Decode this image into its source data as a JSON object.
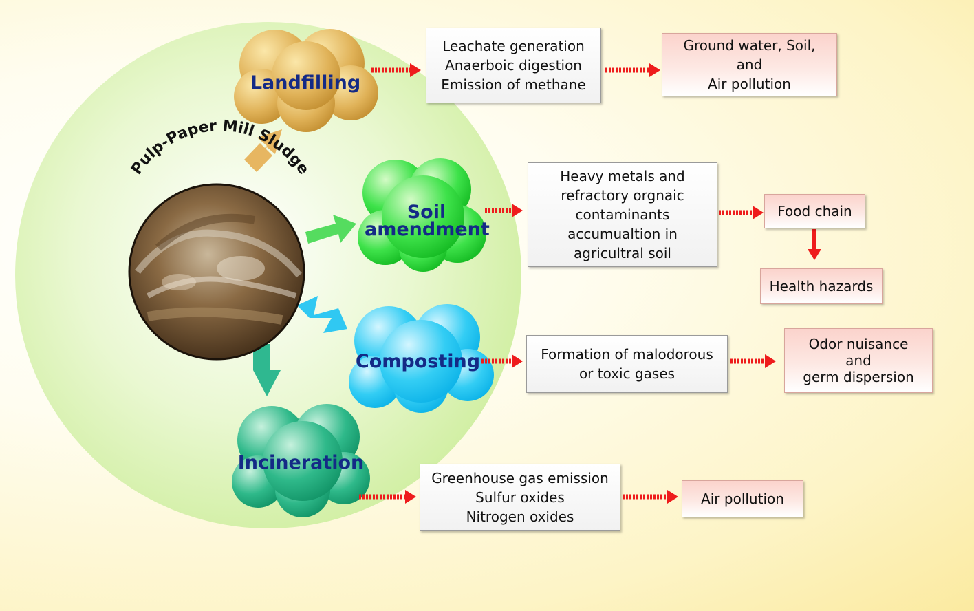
{
  "center": {
    "title": "Pulp-Paper Mill Sludge"
  },
  "processes": {
    "landfilling": {
      "label": "Landfilling",
      "color": "#d8a84a",
      "effects": [
        "Leachate generation",
        "Anaerboic digestion",
        "Emission of methane"
      ],
      "outcome": [
        "Ground water, Soil,",
        "and",
        "Air pollution"
      ]
    },
    "soil_amendment": {
      "label_lines": [
        "Soil",
        "amendment"
      ],
      "color": "#2fd43a",
      "effects": [
        "Heavy metals and",
        "refractory orgnaic",
        "contaminants",
        "accumualtion in",
        "agricultral soil"
      ],
      "outcome": [
        "Food chain"
      ],
      "secondary_outcome": [
        "Health hazards"
      ]
    },
    "composting": {
      "label": "Composting",
      "color": "#22c4f0",
      "effects": [
        "Formation of malodorous",
        "or toxic gases"
      ],
      "outcome": [
        "Odor nuisance",
        "and",
        "germ dispersion"
      ]
    },
    "incineration": {
      "label": "Incineration",
      "color": "#1fa57a",
      "effects": [
        "Greenhouse gas emission",
        "Sulfur oxides",
        "Nitrogen oxides"
      ],
      "outcome": [
        "Air pollution"
      ]
    }
  },
  "colors": {
    "arrow_red": "#ee1c1c",
    "label_blue": "#142a86",
    "background": "#fdf4c6"
  }
}
